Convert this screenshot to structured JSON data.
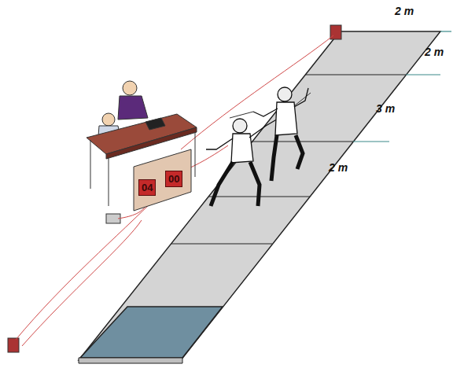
{
  "diagram": {
    "labels": [
      "2 m",
      "2 m",
      "3 m",
      "2 m",
      "04",
      "00"
    ]
  }
}
